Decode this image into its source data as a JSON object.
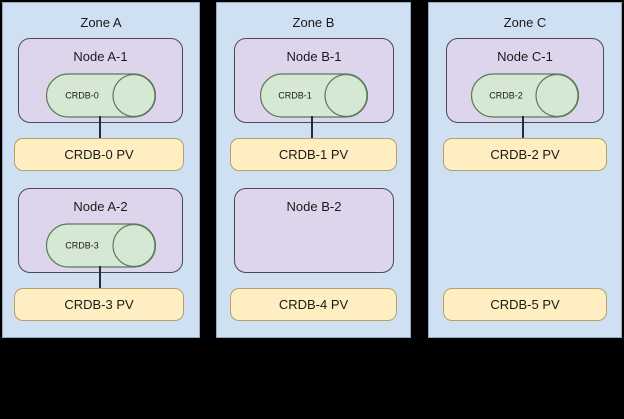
{
  "diagram": {
    "title_visible": false,
    "background_color": "#000000",
    "colors": {
      "zone_fill": "#cfe0f2",
      "zone_stroke": "#8fa8c4",
      "node_fill": "#ddd5ec",
      "node_stroke": "#4a4a52",
      "cylinder_fill": "#d5e8d4",
      "cylinder_stroke": "#5a7a58",
      "pv_fill": "#ffeec2",
      "pv_stroke": "#b5a06a",
      "connector": "#2b2b33"
    }
  },
  "zones": [
    {
      "label": "Zone A",
      "nodes": [
        {
          "label": "Node A-1",
          "cylinder": {
            "label": "CRDB-0"
          },
          "has_cylinder": true,
          "connected_pv": "CRDB-0 PV"
        },
        {
          "label": "Node A-2",
          "cylinder": {
            "label": "CRDB-3"
          },
          "has_cylinder": true,
          "connected_pv": "CRDB-3 PV"
        }
      ],
      "pvs": [
        {
          "label": "CRDB-0 PV",
          "connected": true
        },
        {
          "label": "CRDB-3 PV",
          "connected": true
        }
      ]
    },
    {
      "label": "Zone B",
      "nodes": [
        {
          "label": "Node B-1",
          "cylinder": {
            "label": "CRDB-1"
          },
          "has_cylinder": true,
          "connected_pv": "CRDB-1 PV"
        },
        {
          "label": "Node B-2",
          "cylinder": null,
          "has_cylinder": false,
          "connected_pv": null
        }
      ],
      "pvs": [
        {
          "label": "CRDB-1 PV",
          "connected": true
        },
        {
          "label": "CRDB-4 PV",
          "connected": false
        }
      ]
    },
    {
      "label": "Zone C",
      "nodes": [
        {
          "label": "Node C-1",
          "cylinder": {
            "label": "CRDB-2"
          },
          "has_cylinder": true,
          "connected_pv": "CRDB-2 PV"
        }
      ],
      "pvs": [
        {
          "label": "CRDB-2 PV",
          "connected": true
        },
        {
          "label": "CRDB-5 PV",
          "connected": false
        }
      ]
    }
  ]
}
